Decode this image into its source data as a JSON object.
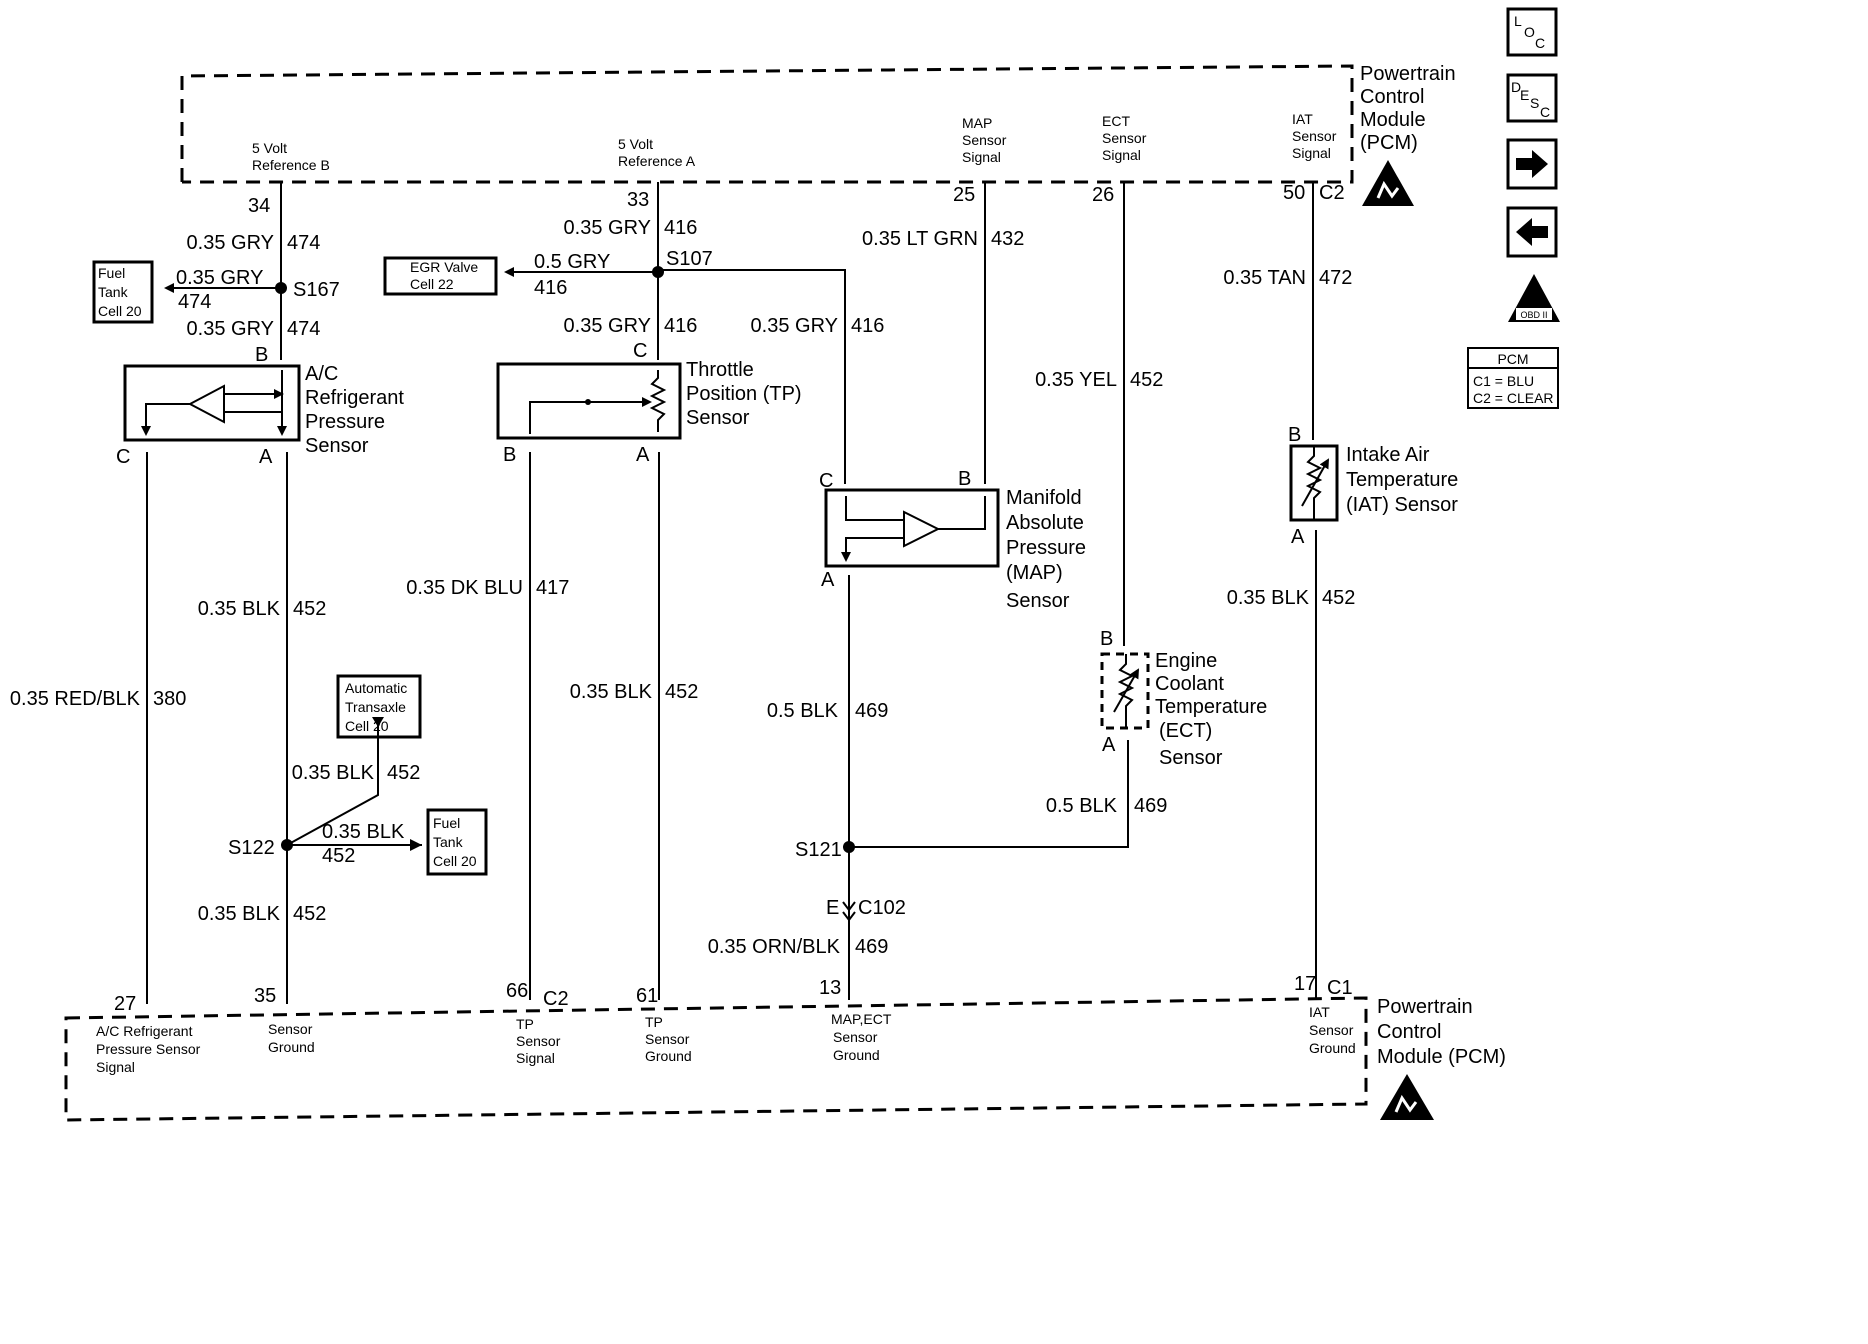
{
  "pcm_top": {
    "title": [
      "Powertrain",
      "Control",
      "Module",
      "(PCM)"
    ],
    "pins": {
      "ref_b": {
        "label": [
          "5 Volt",
          "Reference B"
        ],
        "pin": "34"
      },
      "ref_a": {
        "label": [
          "5 Volt",
          "Reference A"
        ],
        "pin": "33"
      },
      "map": {
        "label": [
          "MAP",
          "Sensor",
          "Signal"
        ],
        "pin": "25"
      },
      "ect": {
        "label": [
          "ECT",
          "Sensor",
          "Signal"
        ],
        "pin": "26"
      },
      "iat": {
        "label": [
          "IAT",
          "Sensor",
          "Signal"
        ],
        "pin": "50",
        "conn": "C2"
      }
    }
  },
  "pcm_bottom": {
    "title": [
      "Powertrain",
      "Control",
      "Module (PCM)"
    ],
    "pins": {
      "ac": {
        "label": [
          "A/C Refrigerant",
          "Pressure Sensor",
          "Signal"
        ],
        "pin": "27"
      },
      "ground": {
        "label": [
          "Sensor",
          "Ground"
        ],
        "pin": "35"
      },
      "tp_signal": {
        "label": [
          "TP",
          "Sensor",
          "Signal"
        ],
        "pin": "66",
        "conn": "C2"
      },
      "tp_ground": {
        "label": [
          "TP",
          "Sensor",
          "Ground"
        ],
        "pin": "61"
      },
      "map_ground": {
        "label": [
          "MAP,ECT",
          "Sensor",
          "Ground"
        ],
        "pin": "13"
      },
      "iat_ground": {
        "label": [
          "IAT",
          "Sensor",
          "Ground"
        ],
        "pin": "17",
        "conn": "C1"
      }
    }
  },
  "wires": {
    "w1": [
      "0.35 GRY",
      "474"
    ],
    "w2": [
      "0.35 GRY",
      "474"
    ],
    "w3": [
      "0.35 GRY",
      "474"
    ],
    "w4": [
      "0.35 GRY",
      "416"
    ],
    "w5": [
      "0.5 GRY",
      "416"
    ],
    "w6": [
      "0.35 GRY",
      "416"
    ],
    "w7": [
      "0.35 GRY",
      "416"
    ],
    "w8": [
      "0.35 LT GRN",
      "432"
    ],
    "w9": [
      "0.35 TAN",
      "472"
    ],
    "w10": [
      "0.35 YEL",
      "452"
    ],
    "w11": [
      "0.35 BLK",
      "452"
    ],
    "w12": [
      "0.35 RED/BLK",
      "380"
    ],
    "w13": [
      "0.35 BLK",
      "452"
    ],
    "w14": [
      "0.35 BLK",
      "452"
    ],
    "w15": [
      "0.35 BLK",
      "452"
    ],
    "w16": [
      "0.35 DK BLU",
      "417"
    ],
    "w17": [
      "0.35 BLK",
      "452"
    ],
    "w18": [
      "0.5 BLK",
      "469"
    ],
    "w19": [
      "0.5 BLK",
      "469"
    ],
    "w20": [
      "0.35 ORN/BLK",
      "469"
    ],
    "w21": [
      "0.35 BLK",
      "452"
    ]
  },
  "splices": {
    "s167": "S167",
    "s107": "S107",
    "s122": "S122",
    "s121": "S121"
  },
  "connector": {
    "pin": "E",
    "name": "C102"
  },
  "components": {
    "ac_sensor": [
      "A/C",
      "Refrigerant",
      "Pressure",
      "Sensor"
    ],
    "tp_sensor": [
      "Throttle",
      "Position (TP)",
      "Sensor"
    ],
    "map_sensor": [
      "Manifold",
      "Absolute",
      "Pressure",
      "(MAP)",
      "Sensor"
    ],
    "ect_sensor": [
      "Engine",
      "Coolant",
      "Temperature",
      "(ECT)",
      "Sensor"
    ],
    "iat_sensor": [
      "Intake Air",
      "Temperature",
      "(IAT) Sensor"
    ]
  },
  "pins": {
    "b": "B",
    "a": "A",
    "c": "C"
  },
  "refs": {
    "fuel_tank_1": [
      "Fuel",
      "Tank",
      "Cell 20"
    ],
    "fuel_tank_2": [
      "Fuel",
      "Tank",
      "Cell 20"
    ],
    "egr": [
      "EGR Valve",
      "Cell 22"
    ],
    "transaxle": [
      "Automatic",
      "Transaxle",
      "Cell 20"
    ]
  },
  "sidebar": {
    "loc_icon": [
      "L",
      "O",
      "C"
    ],
    "desc_icon": [
      "D",
      "E",
      "S",
      "C"
    ],
    "next_icon": "arrow-right",
    "prev_icon": "arrow-left",
    "obd_badge": "OBD II",
    "pcm_legend": {
      "title": "PCM",
      "c1": "C1 = BLU",
      "c2": "C2 = CLEAR"
    }
  }
}
